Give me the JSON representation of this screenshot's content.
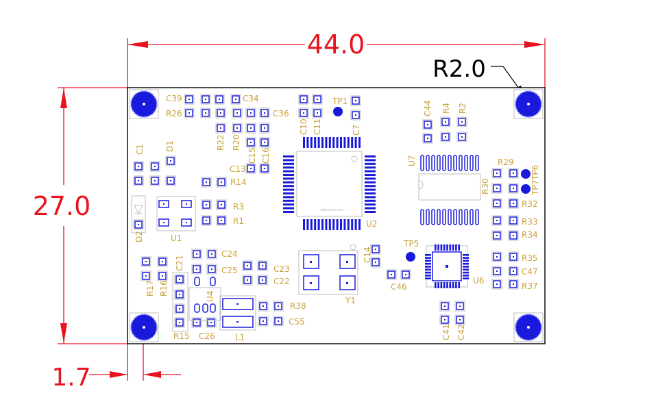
{
  "colors": {
    "dimension": "#e8131d",
    "silkscreen": "#c9a23a",
    "pad": "#1a1adc",
    "board_outline": "#000000",
    "courtyard": "#bdbdbd"
  },
  "dimensions": {
    "width": "44.0",
    "height": "27.0",
    "hole_radius": "R2.0",
    "hole_offset": "1.7"
  },
  "labels": {
    "C39": "C39",
    "C34": "C34",
    "R26": "R26",
    "C36": "C36",
    "R22": "R22",
    "R20": "R20",
    "C15": "C15",
    "C16": "C16",
    "C13": "C13",
    "C10": "C10",
    "C11": "C11",
    "TP1": "TP1",
    "C7": "C7",
    "C44": "C44",
    "R4": "R4",
    "R2": "R2",
    "U7": "U7",
    "R29": "R29",
    "TP6": "TP6",
    "TP7": "TP7",
    "R30": "R30",
    "R32": "R32",
    "R33": "R33",
    "R34": "R34",
    "R35": "R35",
    "C47": "C47",
    "R37": "R37",
    "C1": "C1",
    "D1": "D1",
    "R14": "R14",
    "R3": "R3",
    "R1": "R1",
    "D2": "D2",
    "U1": "U1",
    "U2": "U2",
    "TP5": "TP5",
    "C14": "C14",
    "C46": "C46",
    "U6": "U6",
    "Y1": "Y1",
    "C24": "C24",
    "C25": "C25",
    "C23": "C23",
    "C22": "C22",
    "C21": "C21",
    "R17": "R17",
    "R16": "R16",
    "U4": "U4",
    "R38": "R38",
    "C55": "C55",
    "R15": "R15",
    "C26": "C26",
    "L1": "L1",
    "C41": "C41",
    "C42": "C42"
  },
  "mounting_holes": [
    "top-left",
    "top-right",
    "bottom-left",
    "bottom-right"
  ]
}
